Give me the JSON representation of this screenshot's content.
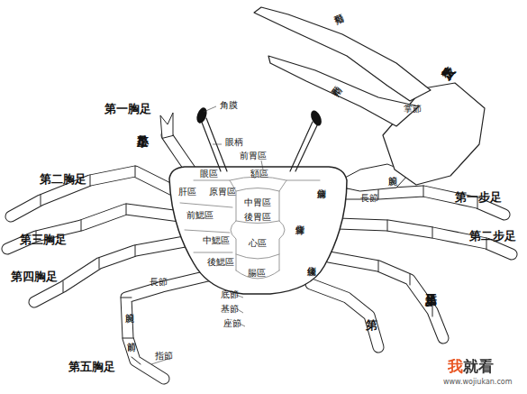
{
  "diagram": {
    "labels": [
      "角膜",
      "眼柄",
      "前胃區",
      "第一胸足",
      "小螯足",
      "可動指",
      "不動指",
      "大螯足",
      "掌節",
      "第二胸足",
      "眼區",
      "額區",
      "肝區",
      "原胃區",
      "中胃區",
      "後胃區",
      "前鰓區",
      "中鰓區",
      "心區",
      "後鰓區",
      "腸區",
      "前側緣",
      "背側緣",
      "後側緣",
      "長節",
      "腕節",
      "第一步足",
      "第二步足",
      "第三胸足",
      "第四胸足",
      "長節",
      "底節",
      "基節",
      "座節",
      "腕節",
      "前節",
      "指節",
      "第五胸足",
      "第三步足",
      "第",
      "我就看",
      "www.wojiukan.com"
    ]
  }
}
